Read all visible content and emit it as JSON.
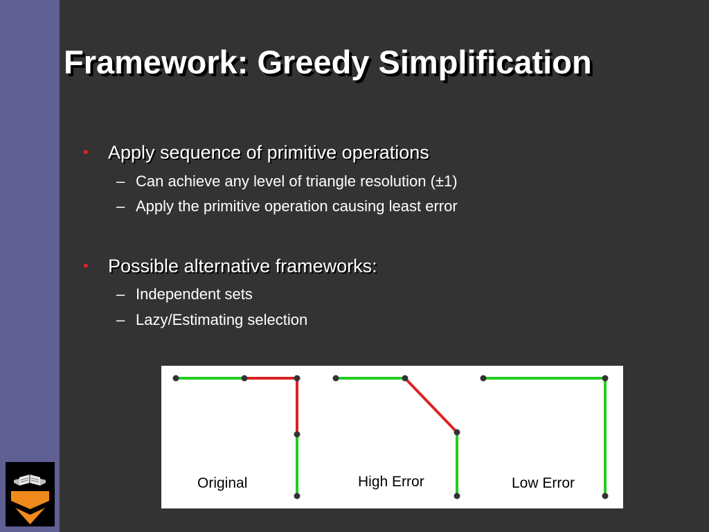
{
  "slide": {
    "title": "Framework: Greedy Simplification",
    "bullets": [
      {
        "text": "Apply sequence of primitive operations",
        "subs": [
          "Can achieve any level of triangle resolution (±1)",
          "Apply the primitive operation causing least error"
        ]
      },
      {
        "text": "Possible alternative frameworks:",
        "subs": [
          "Independent sets",
          "Lazy/Estimating selection"
        ]
      }
    ],
    "bullet_symbol": "•",
    "dash_symbol": "–"
  },
  "figure": {
    "labels": {
      "original": "Original",
      "high_error": "High Error",
      "low_error": "Low Error"
    }
  },
  "colors": {
    "background": "#333333",
    "side_bar": "#5f5f94",
    "bullet": "#e8202a",
    "green_edge": "#22cc22",
    "red_edge": "#dd2222",
    "vertex": "#333333"
  },
  "icons": {
    "logo": "princeton-shield-icon"
  }
}
